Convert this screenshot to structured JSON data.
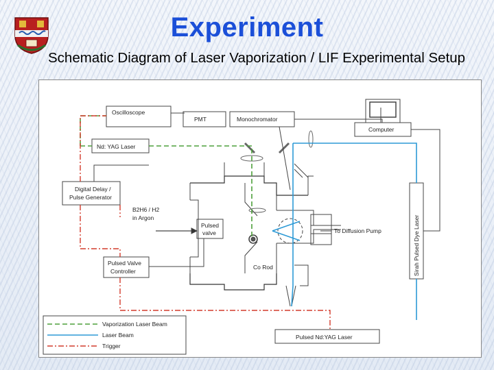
{
  "slide": {
    "title": "Experiment",
    "subtitle": "Schematic Diagram of Laser Vaporization / LIF Experimental Setup"
  },
  "diagram": {
    "components": {
      "oscilloscope": "Oscilloscope",
      "pmt": "PMT",
      "monochromator": "Monochromator",
      "computer": "Computer",
      "ndyag": "Nd: YAG Laser",
      "delay_line1": "Digital Delay /",
      "delay_line2": "Pulse Generator",
      "gas_line1": "B2H6 / H2",
      "gas_line2": "in Argon",
      "valve_line1": "Pulsed",
      "valve_line2": "valve",
      "pump": "To Diffusion Pump",
      "dye_laser": "Sirah Pulsed Dye Laser",
      "controller_line1": "Pulsed Valve",
      "controller_line2": "Controller",
      "rod": "Co Rod",
      "pulsed_ndyag": "Pulsed Nd:YAG Laser"
    },
    "legend": [
      {
        "label": "Vaporization Laser Beam",
        "color": "#4c9f3a",
        "style": "dashed"
      },
      {
        "label": "Laser Beam",
        "color": "#2d9ad6",
        "style": "solid"
      },
      {
        "label": "Trigger",
        "color": "#d23a2a",
        "style": "dash-dot"
      }
    ],
    "colors": {
      "vaporization": "#4c9f3a",
      "laser": "#2d9ad6",
      "trigger": "#d23a2a"
    }
  }
}
